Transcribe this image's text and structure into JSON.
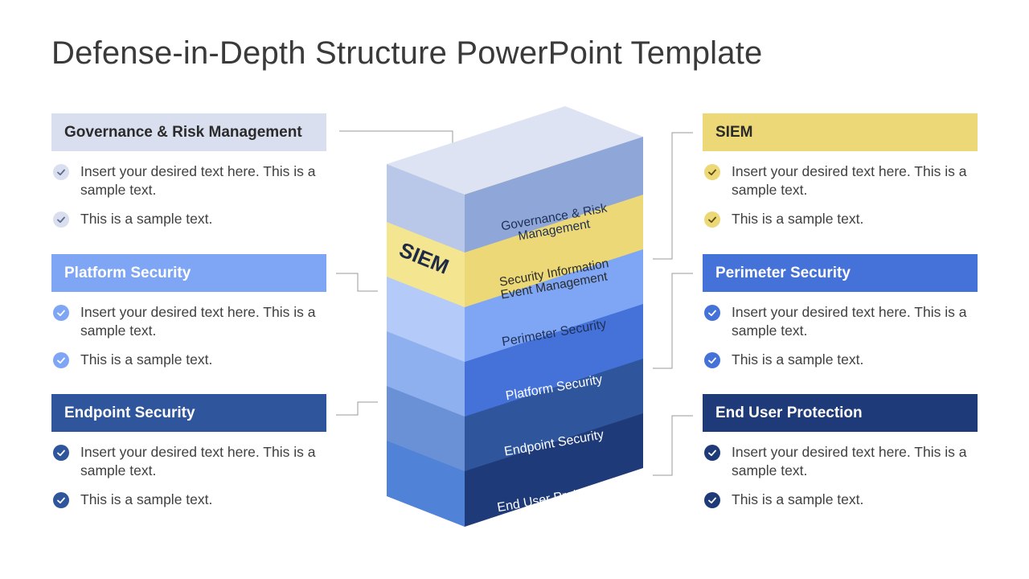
{
  "title": "Defense-in-Depth Structure PowerPoint Template",
  "colors": {
    "governance": "#dadff0",
    "siem": "#ecd876",
    "platform": "#7fa6f5",
    "perimeter": "#4472d9",
    "endpoint": "#2f559c",
    "enduser": "#1f3a78"
  },
  "left_panels": [
    {
      "header": "Governance & Risk Management",
      "items": [
        "Insert your desired text here. This is a sample text.",
        "This is a sample text."
      ]
    },
    {
      "header": "Platform Security",
      "items": [
        "Insert your desired text here. This is a sample text.",
        "This is a sample text."
      ]
    },
    {
      "header": "Endpoint Security",
      "items": [
        "Insert your desired text here. This is a sample text.",
        "This is a sample text."
      ]
    }
  ],
  "right_panels": [
    {
      "header": "SIEM",
      "items": [
        "Insert your desired text here. This is a sample text.",
        "This is a sample text."
      ]
    },
    {
      "header": "Perimeter  Security",
      "items": [
        "Insert your desired text here. This is a sample text.",
        "This is a sample text."
      ]
    },
    {
      "header": "End User Protection",
      "items": [
        "Insert your desired text here. This is a sample text.",
        "This is a sample text."
      ]
    }
  ],
  "stack_layers": {
    "governance_line1": "Governance & Risk",
    "governance_line2": "Management",
    "siem_top": "SIEM",
    "siem_line1": "Security Information",
    "siem_line2": "Event Management",
    "perimeter": "Perimeter Security",
    "platform": "Platform Security",
    "endpoint": "Endpoint Security",
    "enduser": "End User Protection"
  }
}
